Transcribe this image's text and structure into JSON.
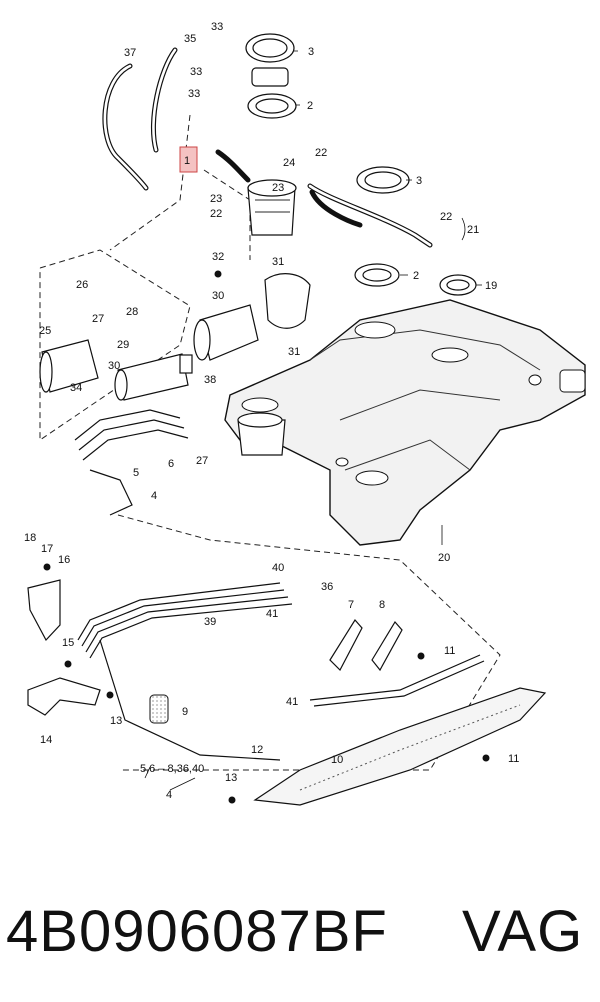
{
  "footer": {
    "part_number": "4B0906087BF",
    "brand": "VAG"
  },
  "highlight_color": "#f4c2c2",
  "callouts": {
    "c1": "1",
    "c2a": "2",
    "c2b": "2",
    "c3a": "3",
    "c3b": "3",
    "c4a": "4",
    "c4b": "4",
    "c5": "5",
    "c6": "6",
    "c7": "7",
    "c8": "8",
    "c9": "9",
    "c10": "10",
    "c11a": "11",
    "c11b": "11",
    "c12": "12",
    "c13a": "13",
    "c13b": "13",
    "c14": "14",
    "c15": "15",
    "c16": "16",
    "c17": "17",
    "c18": "18",
    "c19": "19",
    "c20": "20",
    "c21": "21",
    "c22a": "22",
    "c22b": "22",
    "c22c": "22",
    "c23a": "23",
    "c23b": "23",
    "c24": "24",
    "c25": "25",
    "c26": "26",
    "c27a": "27",
    "c27b": "27",
    "c28": "28",
    "c29": "29",
    "c30a": "30",
    "c30b": "30",
    "c31a": "31",
    "c31b": "31",
    "c32": "32",
    "c33a": "33",
    "c33b": "33",
    "c33c": "33",
    "c34": "34",
    "c35": "35",
    "c36": "36",
    "c37": "37",
    "c38": "38",
    "c39": "39",
    "c40": "40",
    "c41a": "41",
    "c41b": "41",
    "range": "5,6 – 8,36,40"
  }
}
